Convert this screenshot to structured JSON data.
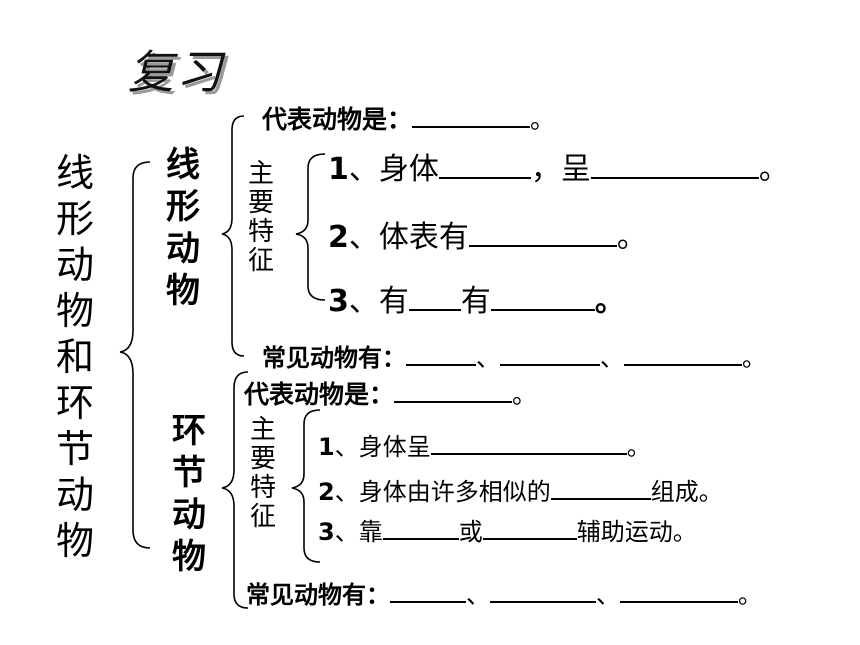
{
  "title": "复习",
  "main_topic": [
    "线",
    "形",
    "动",
    "物",
    "和",
    "环",
    "节",
    "动",
    "物"
  ],
  "features_label": [
    "主",
    "要",
    "特",
    "征"
  ],
  "sections": [
    {
      "name": [
        "线",
        "形",
        "动",
        "物"
      ],
      "representative": {
        "label": "代表动物是：",
        "end": "。"
      },
      "features": [
        {
          "num": "1",
          "sep": "、",
          "text1": "身体",
          "text2": "，呈",
          "end": "。"
        },
        {
          "num": "2",
          "sep": "、",
          "text1": "体表有",
          "end": "。"
        },
        {
          "num": "3",
          "sep": "、",
          "text1": "有",
          "text2": "有",
          "end": "。"
        }
      ],
      "common": {
        "label": "常见动物有：",
        "sep1": "、",
        "sep2": "、",
        "end": "。"
      }
    },
    {
      "name": [
        "环",
        "节",
        "动",
        "物"
      ],
      "representative": {
        "label": "代表动物是：",
        "end": "。"
      },
      "features": [
        {
          "num": "1",
          "sep": "、",
          "text1": "身体呈",
          "end": "。"
        },
        {
          "num": "2",
          "sep": "、",
          "text1": "身体由许多相似的",
          "text2": "组成",
          "end": "。"
        },
        {
          "num": "3",
          "sep": "、",
          "text1": "靠",
          "text2": "或",
          "text3": "辅助运动",
          "end": "。"
        }
      ],
      "common": {
        "label": "常见动物有：",
        "sep1": "、",
        "sep2": "、",
        "end": "。"
      }
    }
  ]
}
